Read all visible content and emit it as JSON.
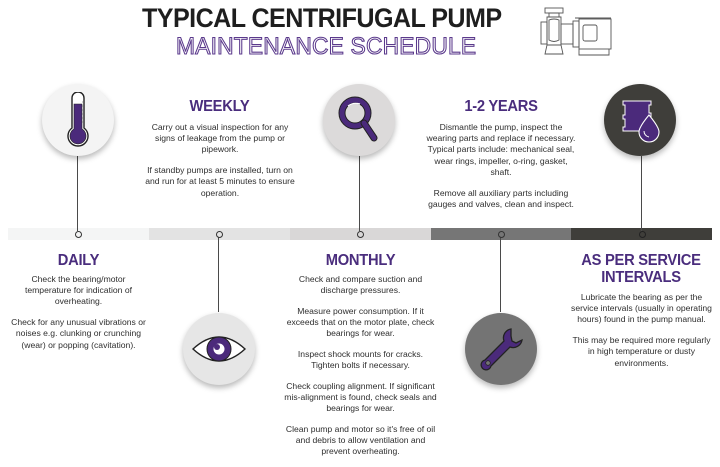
{
  "header": {
    "title": "TYPICAL CENTRIFUGAL PUMP",
    "subtitle": "MAINTENANCE SCHEDULE",
    "illustration": "pump-icon"
  },
  "colors": {
    "accent_purple": "#4a2d7d",
    "band_daily": "#f5f5f5",
    "band_weekly": "#e3e3e3",
    "band_monthly": "#d9d7d7",
    "band_years": "#767676",
    "band_service": "#3f3e3a"
  },
  "timeline": [
    {
      "id": "daily",
      "heading": "DAILY",
      "icon": "thermometer-icon",
      "paragraphs": [
        "Check the bearing/motor temperature for indication of overheating.",
        "Check for any unusual vibrations or noises e.g. clunking or crunching (wear) or popping (cavitation)."
      ]
    },
    {
      "id": "weekly",
      "heading": "WEEKLY",
      "icon": "eye-icon",
      "paragraphs": [
        "Carry out a visual inspection for any signs of leakage from the pump or pipework.",
        "If standby pumps are installed, turn on and run for at least 5 minutes to ensure operation."
      ]
    },
    {
      "id": "monthly",
      "heading": "MONTHLY",
      "icon": "magnifier-icon",
      "paragraphs": [
        "Check and compare suction and discharge pressures.",
        "Measure power consumption. If it exceeds that on the motor plate, check bearings for wear.",
        "Inspect shock mounts for cracks. Tighten bolts if necessary.",
        "Check coupling alignment. If significant mis-alignment is found, check seals and bearings for wear.",
        "Clean pump and motor so it's free of oil and debris to allow ventilation and prevent overheating."
      ]
    },
    {
      "id": "years",
      "heading": "1-2 YEARS",
      "icon": "wrench-icon",
      "paragraphs": [
        "Dismantle the pump, inspect the wearing parts and replace if necessary. Typical parts include: mechanical seal, wear rings, impeller, o-ring, gasket, shaft.",
        "Remove all auxiliary parts including gauges and valves, clean and inspect."
      ]
    },
    {
      "id": "service",
      "heading": "AS PER SERVICE INTERVALS",
      "icon": "oil-barrel-icon",
      "paragraphs": [
        "Lubricate the bearing as per the service intervals (usually in operating hours) found in the pump manual.",
        "This may be required more regularly in high temperature or dusty environments."
      ]
    }
  ]
}
